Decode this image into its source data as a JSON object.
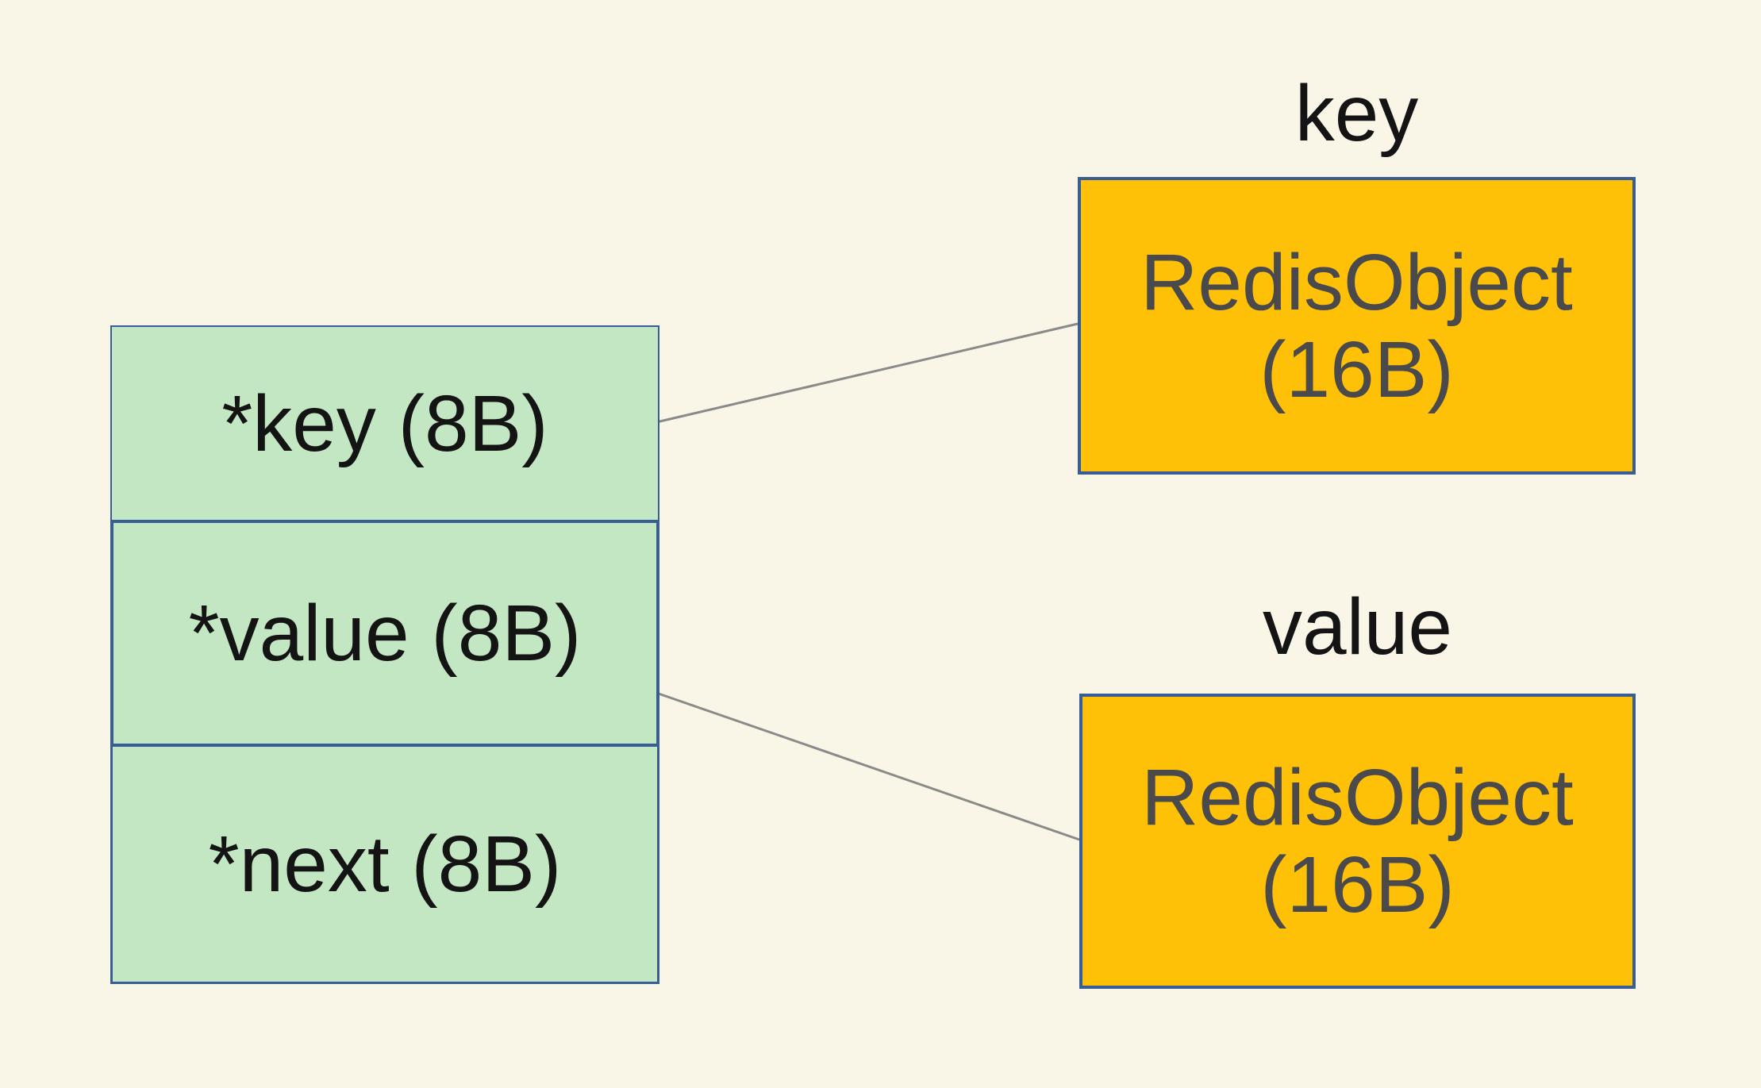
{
  "diagram": {
    "entry_table": {
      "rows": [
        {
          "label": "*key (8B)"
        },
        {
          "label": "*value (8B)"
        },
        {
          "label": "*next (8B)"
        }
      ]
    },
    "redis_objects": [
      {
        "label": "key",
        "name": "RedisObject",
        "size": "(16B)"
      },
      {
        "label": "value",
        "name": "RedisObject",
        "size": "(16B)"
      }
    ],
    "colors": {
      "background": "#F9F6E8",
      "row_fill": "#C4E7C3",
      "border_blue": "#385C94",
      "object_fill": "#FFC107",
      "object_text": "#4A4A4C",
      "text": "#141414",
      "connector": "#8A8A8A"
    }
  }
}
